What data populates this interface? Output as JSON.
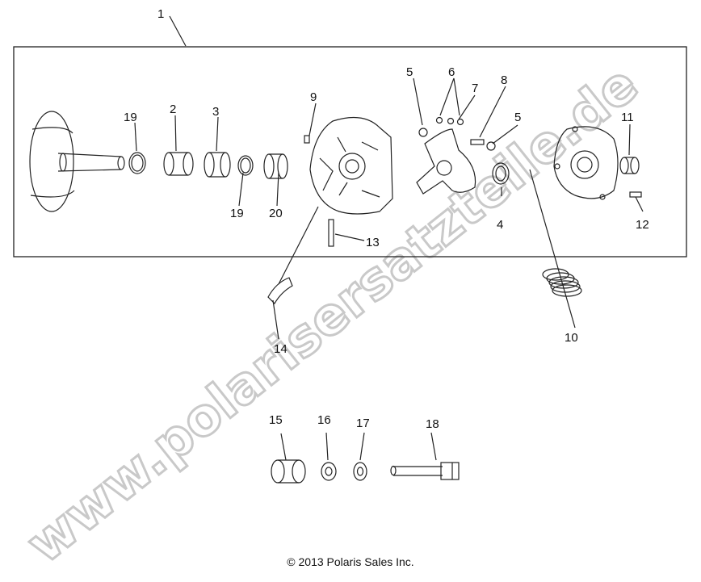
{
  "callouts": [
    "1",
    "2",
    "3",
    "4",
    "5",
    "5",
    "6",
    "7",
    "8",
    "9",
    "10",
    "11",
    "12",
    "13",
    "14",
    "15",
    "16",
    "17",
    "18",
    "19",
    "19",
    "20"
  ],
  "watermark": "www.polarisersatzteile.de",
  "copyright": "© 2013 Polaris Sales Inc."
}
